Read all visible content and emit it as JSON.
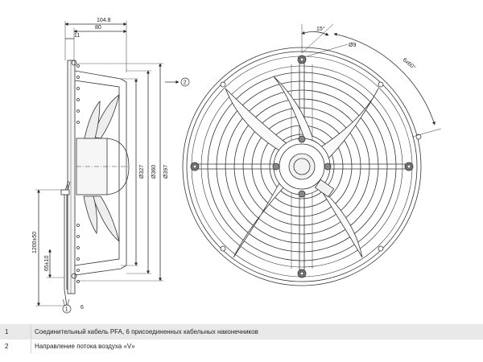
{
  "side_view": {
    "dims": {
      "d104_8": "104.8",
      "d80": "80",
      "d11": "11",
      "d327": "Ø327",
      "d360": "Ø360",
      "d397": "Ø397",
      "d1200": "1200±50",
      "d65": "65±10",
      "d6": "6"
    },
    "callout_1": "1",
    "callout_2": "2"
  },
  "front_view": {
    "dims": {
      "angle_15": "15°",
      "hole_d": "Ø9",
      "angle_6x60": "6x60°"
    }
  },
  "legend": [
    {
      "num": "1",
      "text": "Соединительный кабель PFA, 6 присоединенных кабельных наконечников"
    },
    {
      "num": "2",
      "text": "Направление потока воздуха «V»"
    }
  ]
}
